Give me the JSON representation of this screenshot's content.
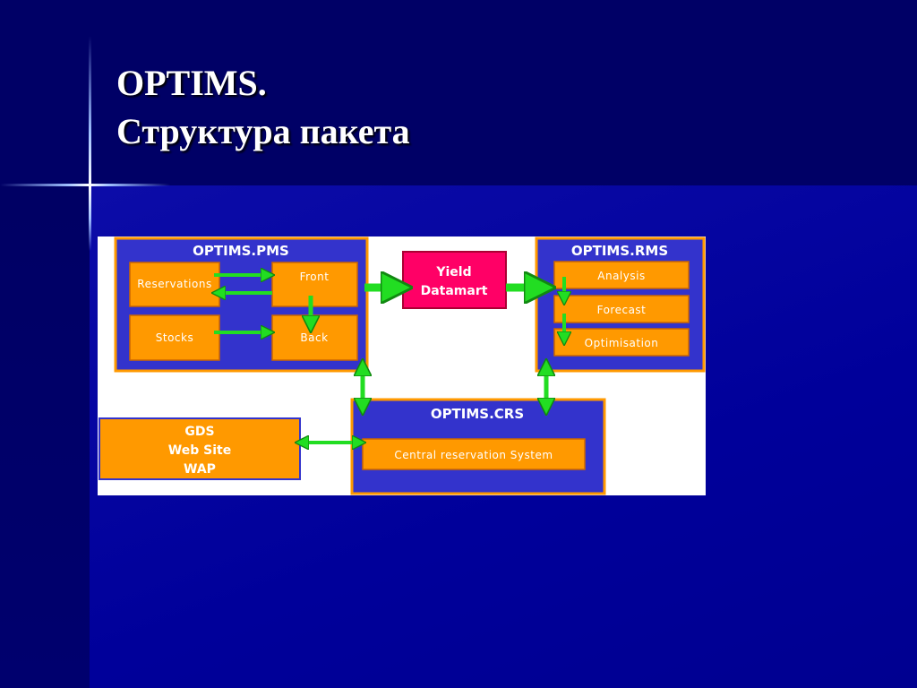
{
  "slide": {
    "title_line1": "OPTIMS.",
    "title_line2": "Структура пакета"
  },
  "colors": {
    "background": "#00008a",
    "module_fill": "#3333cc",
    "box_fill": "#ff9900",
    "yield_fill": "#ff0066",
    "arrow_fill": "#33ff33"
  },
  "diagram": {
    "pms": {
      "title": "OPTIMS.PMS",
      "reservations": "Reservations",
      "front": "Front",
      "stocks": "Stocks",
      "back": "Back"
    },
    "yield": {
      "line1": "Yield",
      "line2": "Datamart"
    },
    "rms": {
      "title": "OPTIMS.RMS",
      "analysis": "Analysis",
      "forecast": "Forecast",
      "optimisation": "Optimisation"
    },
    "crs": {
      "title": "OPTIMS.CRS",
      "central": "Central reservation System"
    },
    "external": {
      "line1": "GDS",
      "line2": "Web Site",
      "line3": "WAP"
    }
  }
}
